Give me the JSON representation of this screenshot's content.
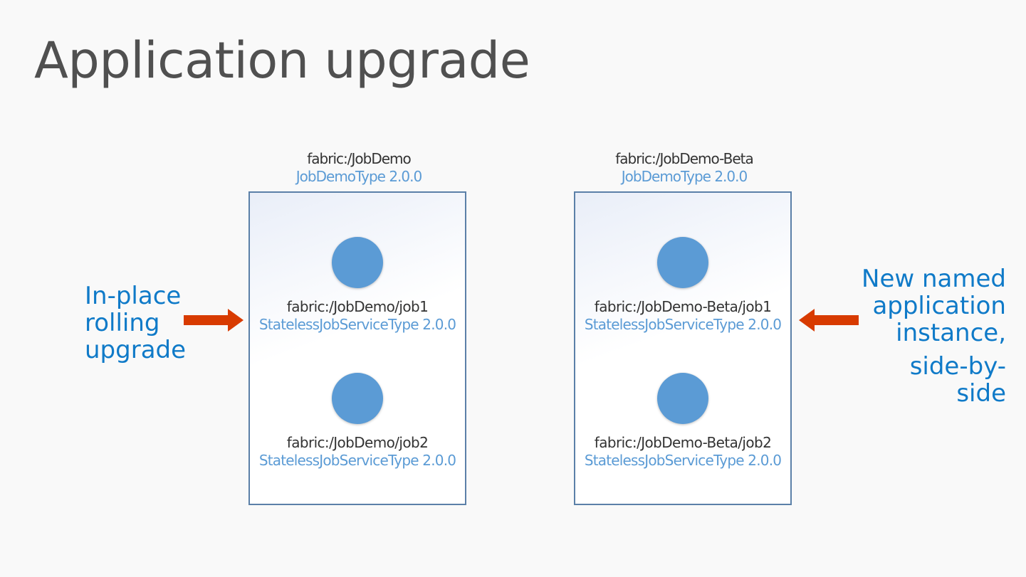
{
  "title": "Application upgrade",
  "colors": {
    "accent_blue": "#0f7ac8",
    "service_blue": "#5b9bd5",
    "arrow_orange": "#d83b01",
    "box_border": "#5b80a8"
  },
  "applications": [
    {
      "name": "fabric:/JobDemo",
      "type": "JobDemoType 2.0.0",
      "services": [
        {
          "name": "fabric:/JobDemo/job1",
          "type": "StatelessJobServiceType 2.0.0"
        },
        {
          "name": "fabric:/JobDemo/job2",
          "type": "StatelessJobServiceType 2.0.0"
        }
      ]
    },
    {
      "name": "fabric:/JobDemo-Beta",
      "type": "JobDemoType 2.0.0",
      "services": [
        {
          "name": "fabric:/JobDemo-Beta/job1",
          "type": "StatelessJobServiceType 2.0.0"
        },
        {
          "name": "fabric:/JobDemo-Beta/job2",
          "type": "StatelessJobServiceType 2.0.0"
        }
      ]
    }
  ],
  "callouts": {
    "left": {
      "line1": "In-place",
      "line2": "rolling",
      "line3": "upgrade",
      "arrow_icon": "arrow-right-icon"
    },
    "right": {
      "line1": "New named",
      "line2": "application",
      "line3": "instance,",
      "line4": "side-by-",
      "line5": "side",
      "arrow_icon": "arrow-left-icon"
    }
  }
}
